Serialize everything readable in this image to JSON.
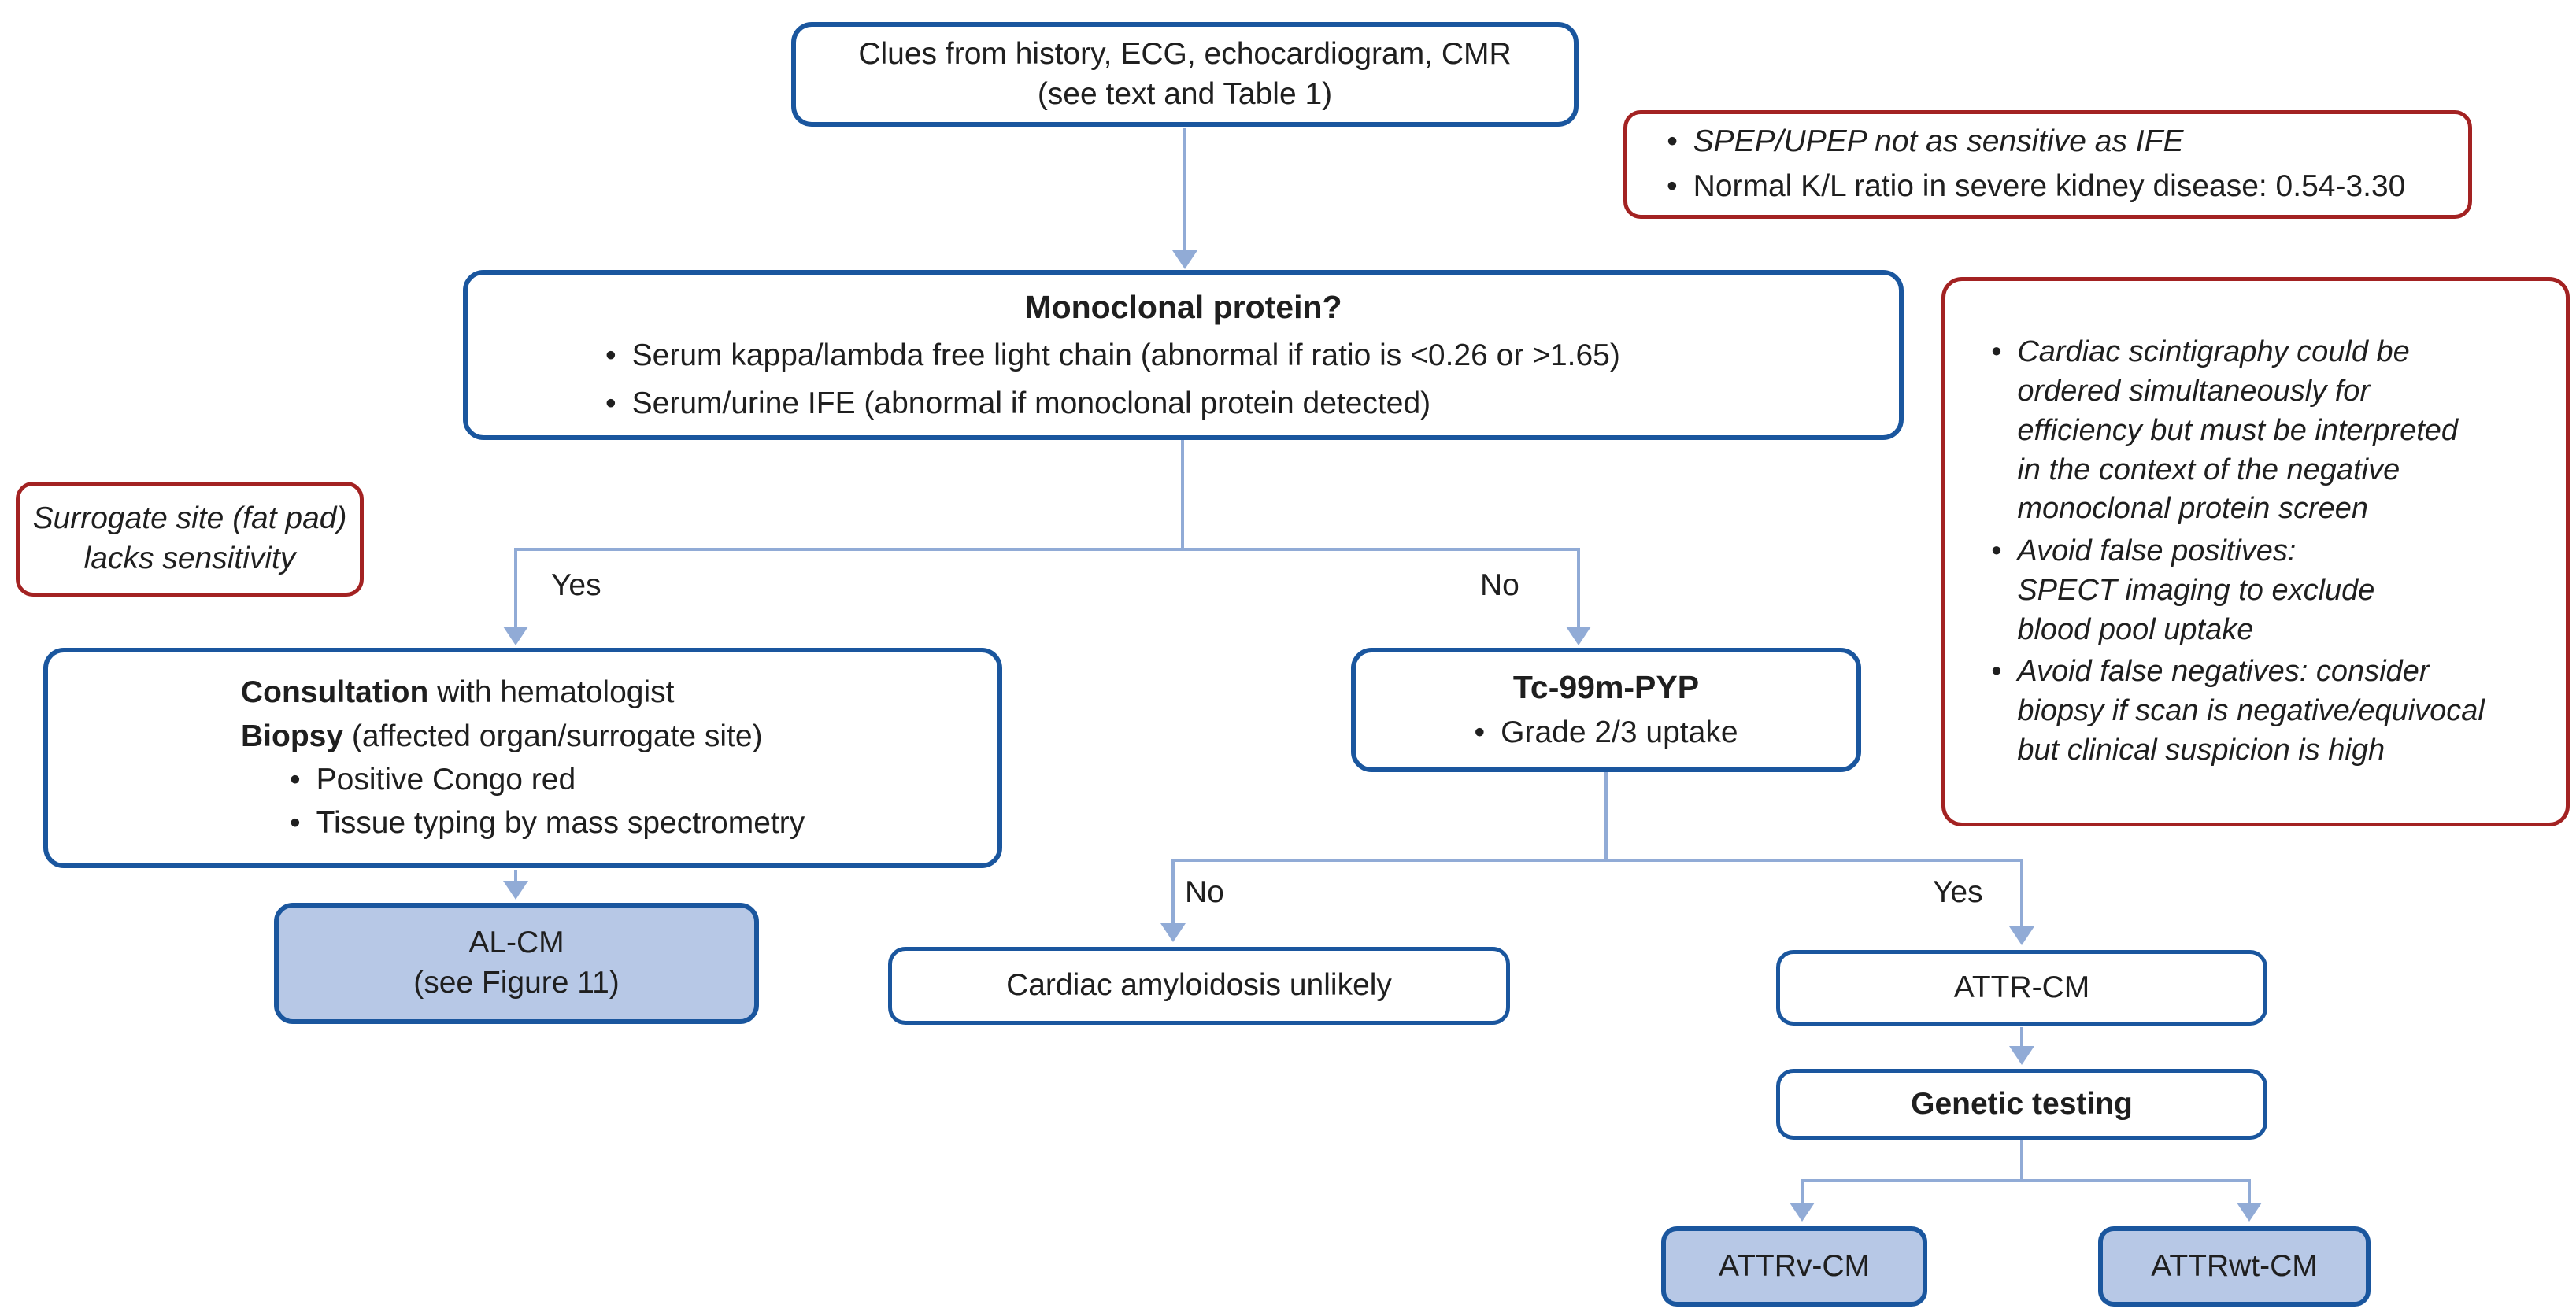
{
  "glyphs": {
    "bullet": "•"
  },
  "colors": {
    "border_blue": "#1a569e",
    "fill_blue": "#b7c8e6",
    "connector": "#91abd6",
    "border_red": "#a32222",
    "text": "#1f1f1f"
  },
  "boxes": {
    "clues": {
      "line1": "Clues from history, ECG, echocardiogram, CMR",
      "line2": "(see text and Table 1)"
    },
    "spep_note": {
      "bullets": [
        "SPEP/UPEP not as sensitive as IFE",
        "Normal K/L ratio in severe kidney disease: 0.54-3.30"
      ]
    },
    "monoclonal": {
      "title": "Monoclonal protein?",
      "bullets": [
        "Serum kappa/lambda free light chain (abnormal if ratio is <0.26 or >1.65)",
        "Serum/urine IFE (abnormal if monoclonal protein detected)"
      ]
    },
    "surrogate_note": {
      "text": "Surrogate site (fat pad)\nlacks sensitivity"
    },
    "scintigraphy_note": {
      "bullets": [
        "Cardiac scintigraphy could be\nordered simultaneously for\nefficiency but must be interpreted\nin the context of the negative\nmonoclonal protein screen",
        "Avoid false positives:\nSPECT imaging to exclude\nblood pool uptake",
        "Avoid false negatives: consider\nbiopsy if scan is negative/equivocal\nbut clinical suspicion is high"
      ]
    },
    "consultation": {
      "line1_bold": "Consultation",
      "line1_rest": " with hematologist",
      "line2_bold": "Biopsy",
      "line2_rest": " (affected organ/surrogate site)",
      "bullets": [
        "Positive Congo red",
        "Tissue typing by mass spectrometry"
      ]
    },
    "tc_pyp": {
      "title": "Tc-99m-PYP",
      "bullet": "Grade 2/3 uptake"
    },
    "al_cm": {
      "text": "AL-CM\n(see Figure 11)"
    },
    "unlikely": {
      "text": "Cardiac amyloidosis unlikely"
    },
    "attr_cm": {
      "text": "ATTR-CM"
    },
    "genetic": {
      "text": "Genetic testing"
    },
    "attrv_cm": {
      "text": "ATTRv-CM"
    },
    "attrwt_cm": {
      "text": "ATTRwt-CM"
    }
  },
  "branch_labels": {
    "monoclonal_yes": "Yes",
    "monoclonal_no": "No",
    "pyp_no": "No",
    "pyp_yes": "Yes"
  }
}
